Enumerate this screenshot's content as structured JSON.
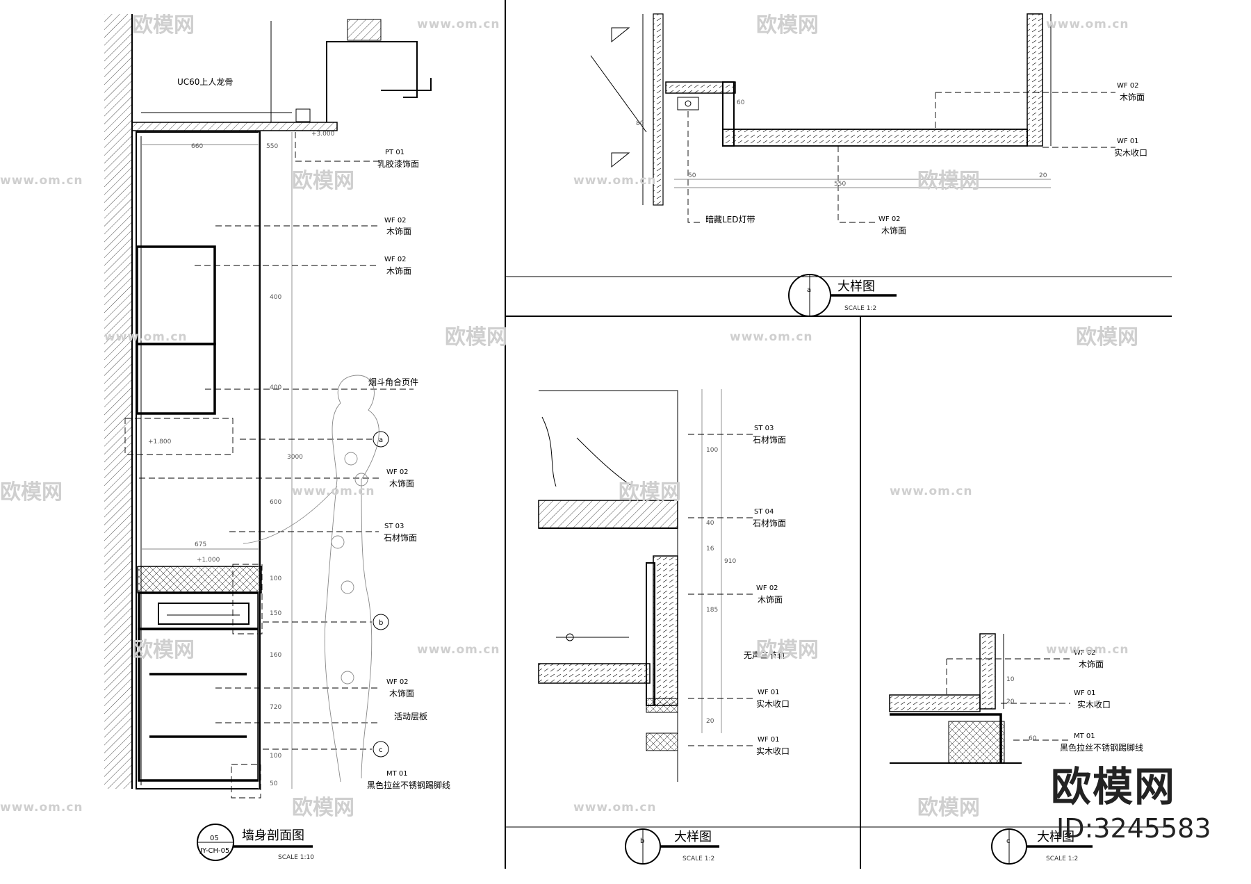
{
  "watermark": {
    "brand": "欧模网",
    "url": "www.om.cn"
  },
  "brand_block": {
    "name": "欧模网",
    "id": "ID:3245583"
  },
  "section_main": {
    "title": "墙身剖面图",
    "scale": "SCALE 1:10",
    "symbol_number": "05",
    "symbol_sheet": "JY-CH-05",
    "notes": {
      "keel": "UC60上人龙骨",
      "latex": "乳胶漆饰面",
      "wood1": "木饰面",
      "wood2": "木饰面",
      "hinge": "烟斗角合页件",
      "wood3": "木饰面",
      "stone": "石材饰面",
      "wood4": "木饰面",
      "shelf": "活动层板",
      "skirting": "黑色拉丝不锈钢踢脚线"
    },
    "tags": {
      "latex": "PT 01",
      "wood1": "WF 02",
      "wood2": "WF 02",
      "wood3": "WF 02",
      "stone": "ST 03",
      "wood4": "WF 02",
      "skirting": "MT 01"
    },
    "levels": {
      "ceiling": "+3.000",
      "mid": "+1.800",
      "counter": "+1.000"
    },
    "dims": [
      "660",
      "550",
      "675",
      "400",
      "400",
      "3000",
      "600",
      "100",
      "150",
      "160",
      "720",
      "100",
      "50"
    ],
    "callouts": [
      "a",
      "b",
      "c"
    ]
  },
  "detail_a": {
    "title": "大样图",
    "scale": "SCALE 1:2",
    "letter": "a",
    "notes": {
      "wood_top": "木饰面",
      "solid_wood": "实木收口",
      "led": "暗藏LED灯带",
      "wood_bottom": "木饰面"
    },
    "tags": {
      "wood_top": "WF 02",
      "solid_wood": "WF 01",
      "wood_bottom": "WF 02"
    },
    "dims": [
      "80",
      "60",
      "50",
      "550",
      "20"
    ]
  },
  "detail_b": {
    "title": "大样图",
    "scale": "SCALE 1:2",
    "letter": "b",
    "notes": {
      "stone1": "石材饰面",
      "stone2": "石材饰面",
      "wood": "木饰面",
      "rail": "无声三节轨",
      "solid1": "实木收口",
      "solid2": "实木收口"
    },
    "tags": {
      "stone1": "ST 03",
      "stone2": "ST 04",
      "wood": "WF 02",
      "solid1": "WF 01",
      "solid2": "WF 01"
    },
    "dims": [
      "100",
      "40",
      "16",
      "910",
      "185",
      "20"
    ]
  },
  "detail_c": {
    "title": "大样图",
    "scale": "SCALE 1:2",
    "letter": "c",
    "notes": {
      "wood": "木饰面",
      "solid": "实木收口",
      "skirting": "黑色拉丝不锈钢踢脚线"
    },
    "tags": {
      "wood": "WF 02",
      "solid": "WF 01",
      "skirting": "MT 01"
    },
    "dims": [
      "10",
      "20",
      "60"
    ]
  }
}
